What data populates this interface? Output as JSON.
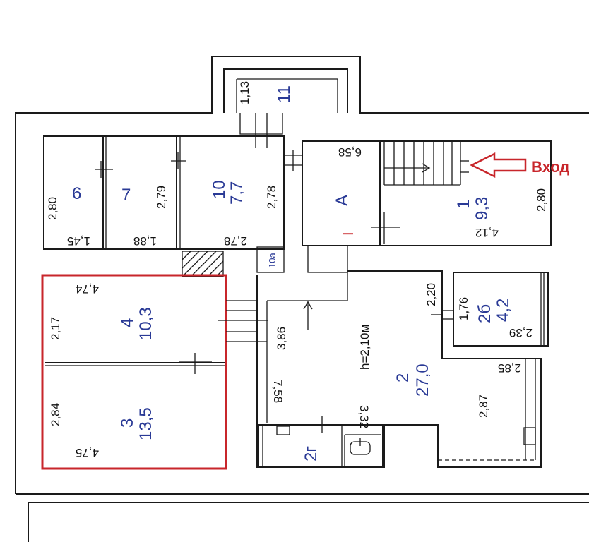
{
  "entrance": {
    "label": "Вход",
    "color": "#c8262b"
  },
  "colors": {
    "room_number": "#2a3a96",
    "wall": "#1a1a1a",
    "highlight": "#c8262b"
  },
  "rooms": {
    "r1": {
      "number": "1",
      "area": "9,3",
      "dim_a": "6,58",
      "dim_b": "2,80",
      "dim_c": "4,12"
    },
    "r2": {
      "number": "2",
      "area": "27,0",
      "height": "h=2,10м",
      "dim_a": "3,86",
      "dim_b": "7,58",
      "dim_c": "2,20",
      "dim_d": "2,85",
      "dim_e": "2,87",
      "dim_f": "3,32"
    },
    "r2b": {
      "label": "2б",
      "area": "4,2",
      "dim_a": "1,76",
      "dim_b": "2,39"
    },
    "r2g": {
      "label": "2г"
    },
    "r3": {
      "number": "3",
      "area": "13,5",
      "dim_a": "2,84",
      "dim_b": "4,75"
    },
    "r4": {
      "number": "4",
      "area": "10,3",
      "dim_a": "2,17",
      "dim_b": "4,74"
    },
    "r6": {
      "number": "6",
      "dim_a": "2,80",
      "dim_b": "1,45"
    },
    "r7": {
      "number": "7",
      "dim_a": "2,79",
      "dim_b": "1,88"
    },
    "r10": {
      "number": "10",
      "area": "7,7",
      "dim_a": "2,78",
      "dim_b": "2,78"
    },
    "r10a": {
      "label": "10а"
    },
    "r11": {
      "number": "11",
      "dim_a": "1,13"
    },
    "rA": {
      "label": "А",
      "roman": "I"
    }
  }
}
